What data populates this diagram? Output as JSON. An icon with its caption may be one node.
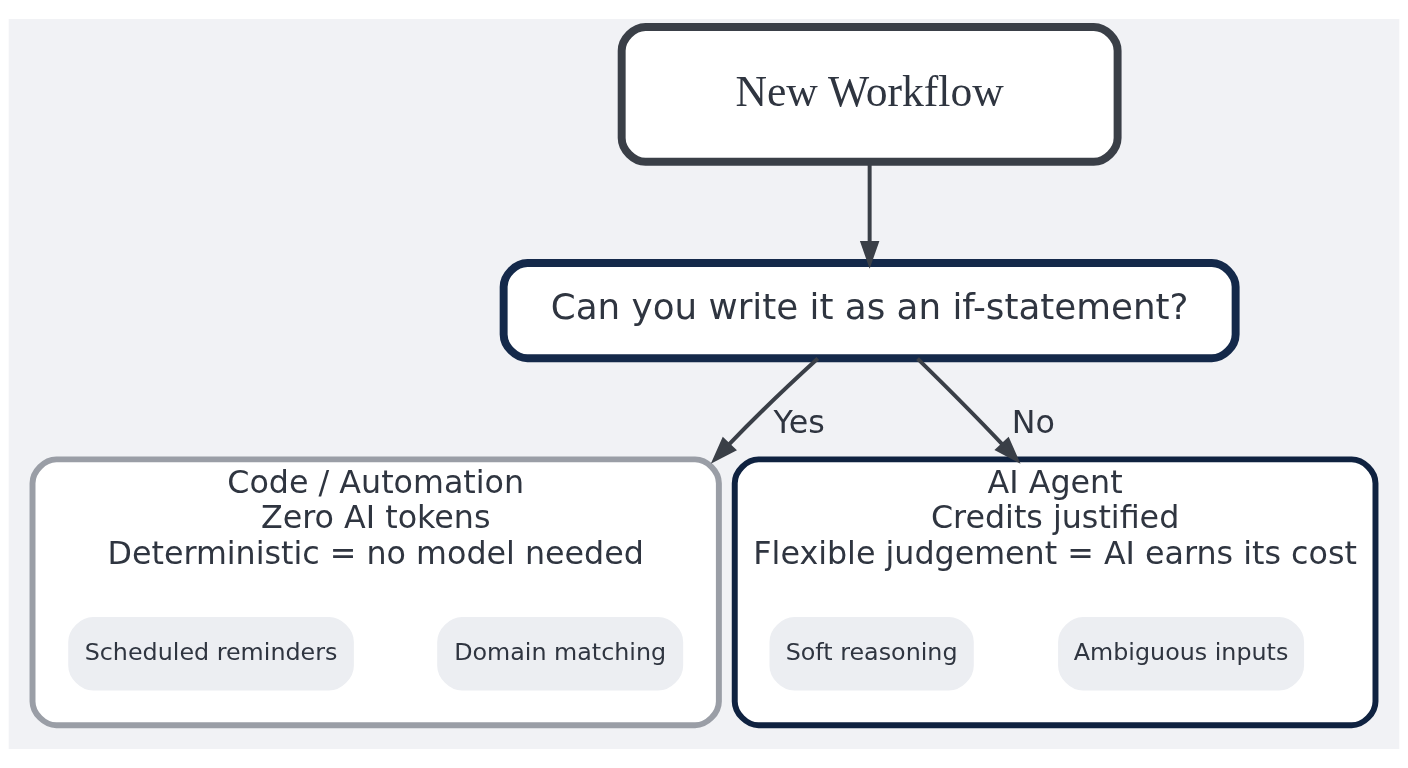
{
  "diagram": {
    "nodes": [
      {
        "text": [
          "New Workflow"
        ]
      },
      {
        "text": [
          "Can you write it as an if-statement?"
        ]
      },
      {
        "text": [
          "Code / Automation",
          "Zero AI tokens",
          "Deterministic = no model needed"
        ]
      },
      {
        "text": [
          "Domain matching"
        ],
        "in": 2
      },
      {
        "text": [
          "Scheduled reminders"
        ],
        "in": 2
      },
      {
        "text": [
          "AI Agent",
          "Credits justified",
          "Flexible judgement = AI earns its cost"
        ]
      },
      {
        "text": [
          "Ambiguous inputs"
        ],
        "in": 5
      },
      {
        "text": [
          "Soft reasoning"
        ],
        "in": 5
      }
    ],
    "edges": [
      {
        "from": 0,
        "to": 1,
        "arrow": "to"
      },
      {
        "from": 1,
        "to": 2,
        "arrow": "to",
        "label": "Yes"
      },
      {
        "from": 1,
        "to": 5,
        "arrow": "to",
        "label": "No"
      }
    ]
  }
}
